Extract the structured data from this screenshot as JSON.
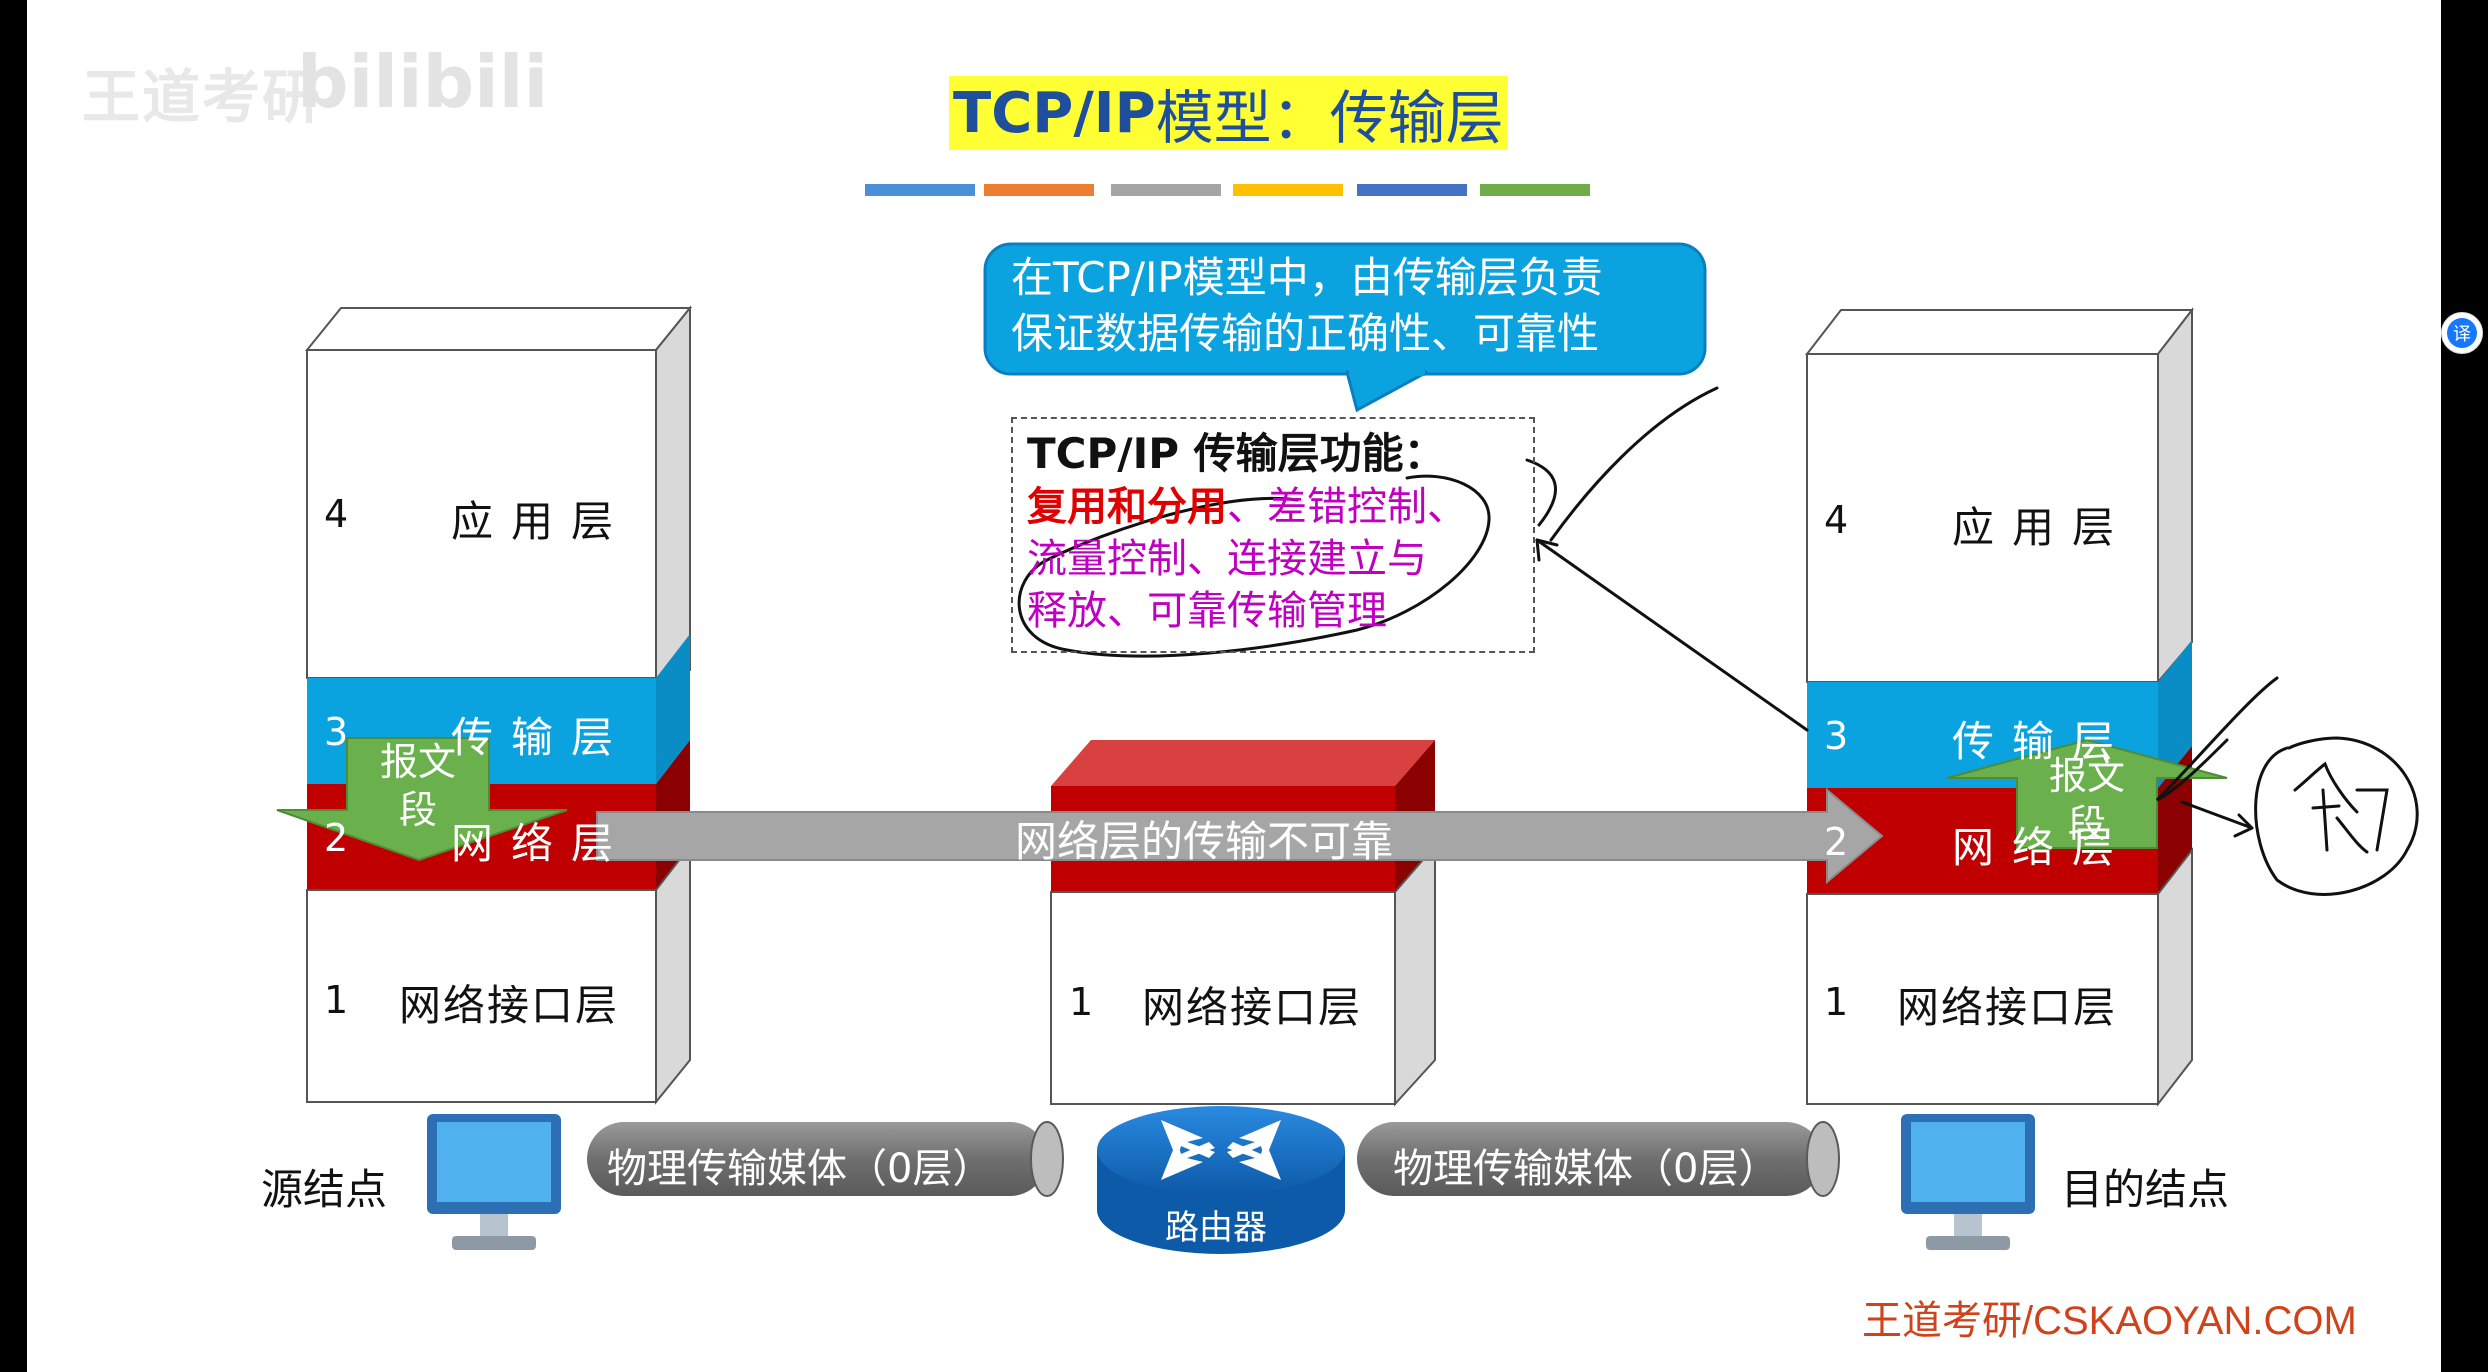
{
  "watermark": {
    "logo": "王道考研",
    "brand": "bilibili"
  },
  "title": {
    "part1": "TCP/IP",
    "part2": " 模型：传输层"
  },
  "color_bars": [
    "#4a90d9",
    "#ed7d31",
    "#a5a5a5",
    "#ffc000",
    "#4472c4",
    "#70ad47"
  ],
  "callout": {
    "line1": "在TCP/IP模型中，由传输层负责",
    "line2": "保证数据传输的正确性、可靠性"
  },
  "functions": {
    "title": "TCP/IP 传输层功能：",
    "highlight": "复用和分用",
    "rest_line1": "、差错控制、",
    "line2": "流量控制、连接建立与",
    "line3": "释放、可靠传输管理"
  },
  "source_stack": {
    "layers": [
      {
        "num": "4",
        "name": "应用层"
      },
      {
        "num": "3",
        "name": "传输层"
      },
      {
        "num": "2",
        "name": "网络层"
      },
      {
        "num": "1",
        "name": "网络接口层"
      }
    ]
  },
  "router_stack": {
    "layer1": {
      "num": "1",
      "name": "网络接口层"
    }
  },
  "dest_stack": {
    "layers": [
      {
        "num": "4",
        "name": "应用层"
      },
      {
        "num": "3",
        "name": "传输层"
      },
      {
        "num": "2",
        "name": "网络层"
      },
      {
        "num": "1",
        "name": "网络接口层"
      }
    ]
  },
  "network_arrow": "网络层的传输不可靠",
  "segment_label": {
    "line1": "报文",
    "line2": "段"
  },
  "pipe_label": "物理传输媒体（0层）",
  "router_label": "路由器",
  "source_label": "源结点",
  "dest_label": "目的结点",
  "handwriting": "全局",
  "footer": "王道考研/CSKAOYAN.COM",
  "translate_icon": "译",
  "colors": {
    "title_bg": "#ffff33",
    "title_text": "#1f4e9c",
    "transport_blue": "#0aa3e0",
    "network_red": "#c00000",
    "arrow_gray": "#a6a6a6",
    "segment_green": "#6ab04c",
    "pipe_gray": "#7f7f7f",
    "router_blue": "#1874c8",
    "footer": "#d0431a"
  }
}
